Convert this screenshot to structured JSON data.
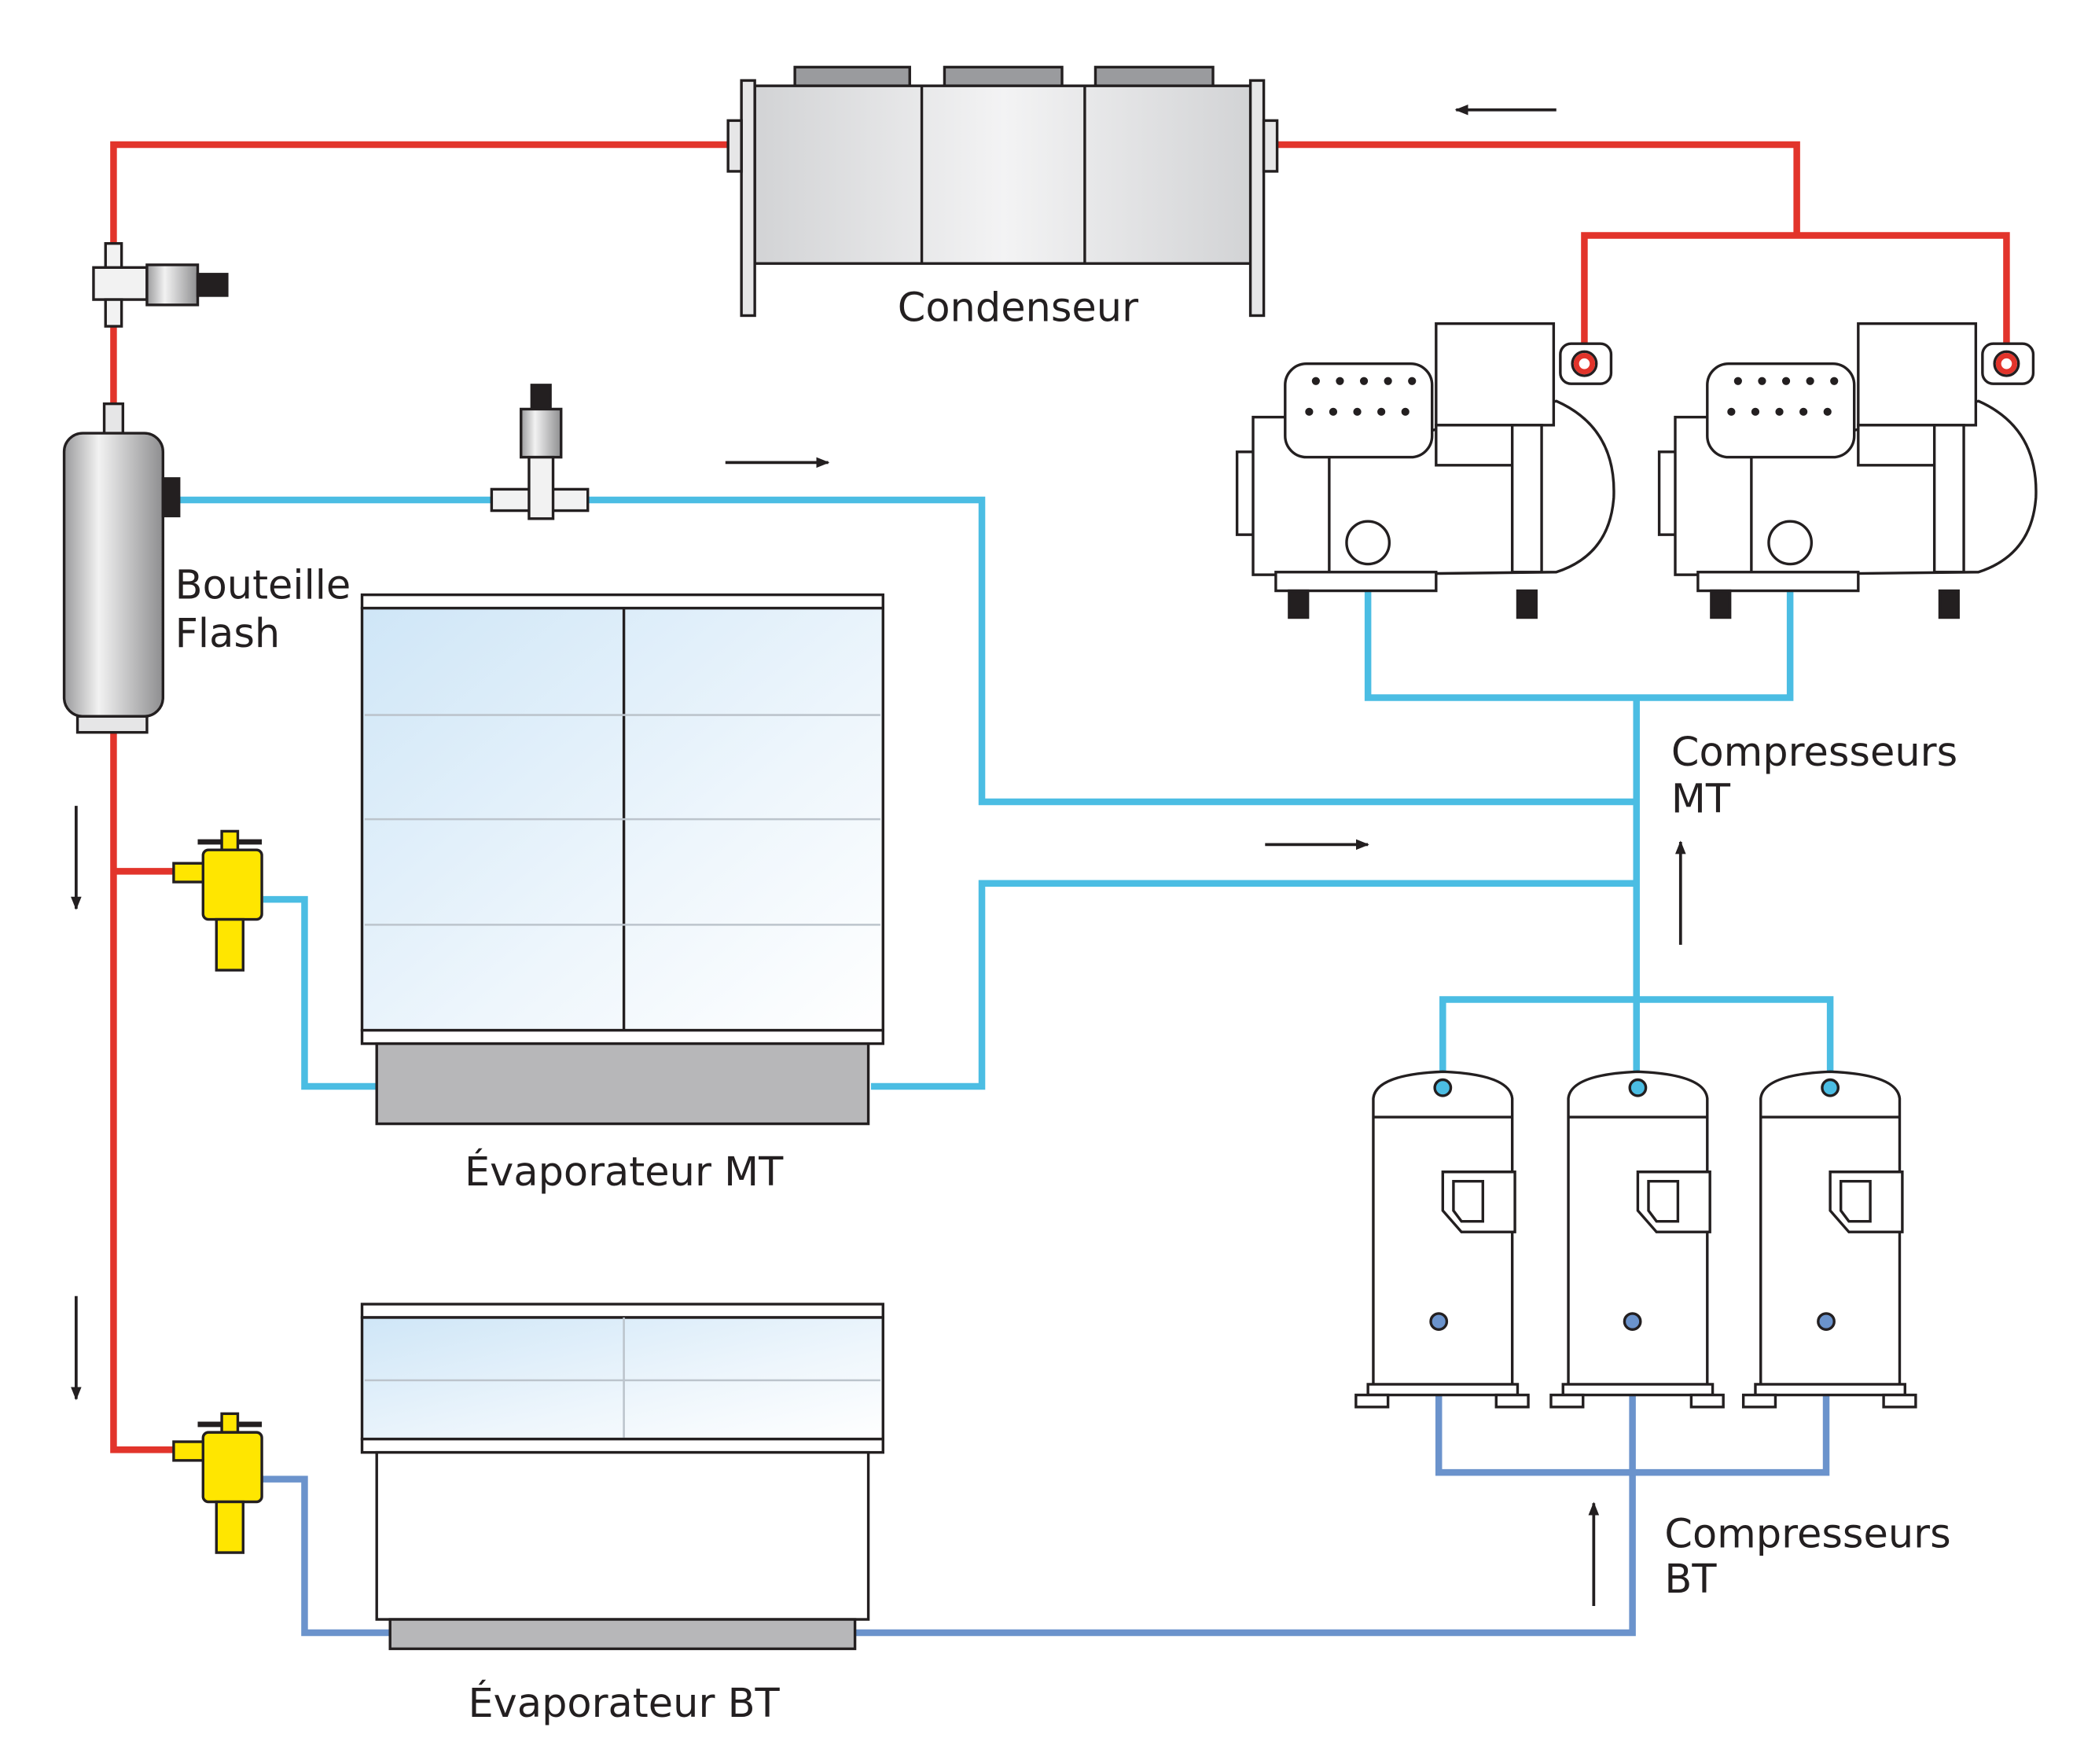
{
  "labels": {
    "condenser": "Condenseur",
    "flash_tank_line1": "Bouteille",
    "flash_tank_line2": "Flash",
    "evaporator_mt": "Évaporateur MT",
    "evaporator_bt": "Évaporateur BT",
    "compressors_mt_line1": "Compresseurs",
    "compressors_mt_line2": "MT",
    "compressors_bt_line1": "Compresseurs",
    "compressors_bt_line2": "BT"
  },
  "colors": {
    "discharge_line": "#e2342b",
    "mt_suction_line": "#4bbde3",
    "bt_suction_line": "#6b93cc",
    "valve_yellow": "#ffe600",
    "equipment_outline": "#231f20",
    "evaporator_tray": "#b7b7b9"
  },
  "flow_arrows": [
    "left",
    "right",
    "right",
    "down",
    "down",
    "up",
    "up"
  ]
}
